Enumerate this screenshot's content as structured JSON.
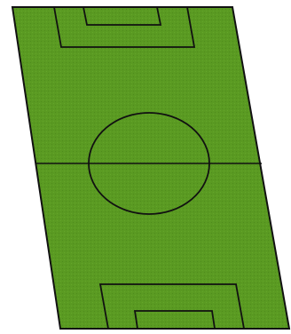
{
  "pitch": {
    "fill_color": "#5a9a22",
    "line_color": "#111111",
    "features": [
      "outline",
      "halfway-line",
      "center-circle",
      "top-penalty-area",
      "top-goal-area",
      "bottom-penalty-area",
      "bottom-goal-area"
    ]
  }
}
